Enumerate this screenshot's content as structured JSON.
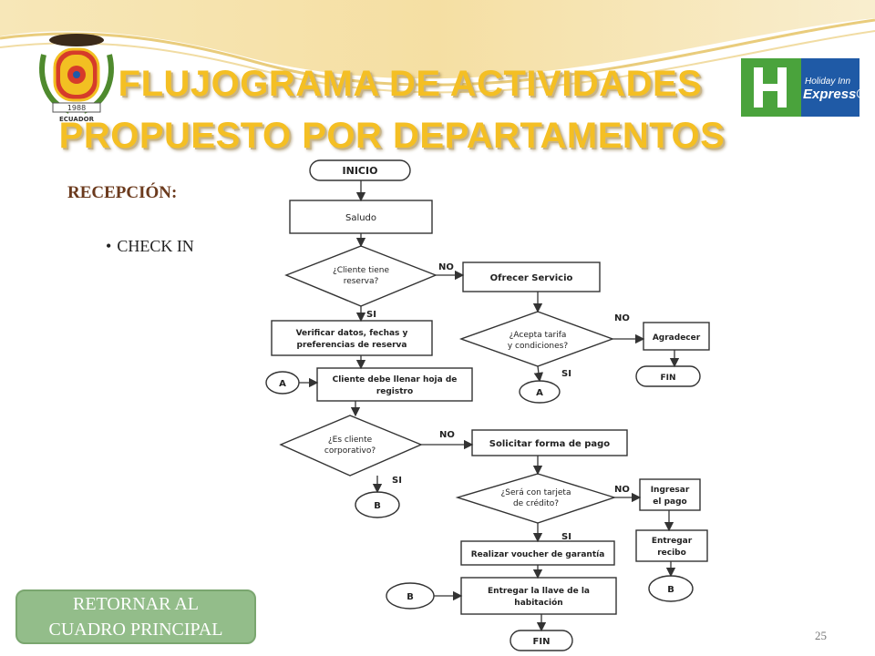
{
  "slide": {
    "title_line1": "FLUJOGRAMA DE ACTIVIDADES",
    "title_line2": "PROPUESTO POR DEPARTAMENTOS",
    "section": "RECEPCIÓN:",
    "bullet": "CHECK IN",
    "return_button": [
      "RETORNAR  AL",
      "CUADRO PRINCIPAL"
    ],
    "page_number": "25"
  },
  "logos": {
    "left_emblem": {
      "icon": "ecuador-coat-of-arms-icon",
      "year": "1988",
      "caption": "ECUADOR"
    },
    "right_logo": {
      "icon": "holiday-inn-express-logo",
      "line1": "Holiday Inn",
      "line2": "Express®"
    }
  },
  "flowchart": {
    "terminals": [
      "INICIO",
      "FIN",
      "FIN"
    ],
    "processes": {
      "greet": "Saludo",
      "offer": "Ofrecer Servicio",
      "verify": [
        "Verificar datos, fechas y",
        "preferencias de reserva"
      ],
      "thank": "Agradecer",
      "register": [
        "Cliente debe llenar hoja de",
        "registro"
      ],
      "request_payment": "Solicitar forma de pago",
      "enter_payment": [
        "Ingresar",
        "el pago"
      ],
      "deliver_receipt": [
        "Entregar",
        "recibo"
      ],
      "voucher": "Realizar voucher de garantía",
      "key": [
        "Entregar la llave de la",
        "habitación"
      ]
    },
    "decisions": {
      "has_reservation": [
        "¿Cliente tiene",
        "reserva?"
      ],
      "accepts_rate": [
        "¿Acepta tarifa",
        "y condiciones?"
      ],
      "is_corporate": [
        "¿Es cliente",
        "corporativo?"
      ],
      "credit_card": [
        "¿Será con tarjeta",
        "de crédito?"
      ]
    },
    "connectors": [
      "A",
      "A",
      "B",
      "B",
      "B"
    ],
    "edge_labels": {
      "no": "NO",
      "yes": "SI"
    }
  },
  "colors": {
    "title": "#f4bf24",
    "section": "#6b3a1d",
    "button": "#93bd8a",
    "hie_green": "#4aa33c",
    "hie_blue": "#1f5aa6"
  }
}
